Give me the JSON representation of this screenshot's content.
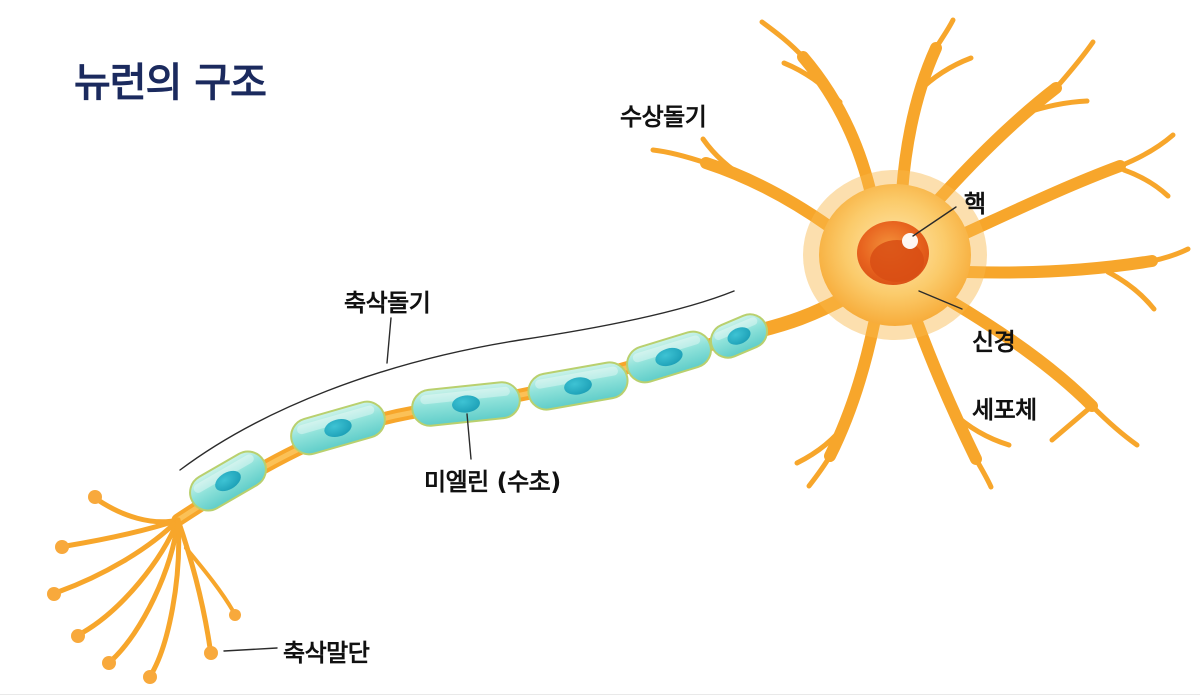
{
  "title": "뉴런의 구조",
  "labels": {
    "dendrite": "수상돌기",
    "nucleus": "핵",
    "soma_line1": "신경",
    "soma_line2": "세포체",
    "axon": "축삭돌기",
    "myelin": "미엘린 (수초)",
    "axon_terminal": "축삭말단"
  },
  "colors": {
    "title": "#1b2a5e",
    "label": "#111111",
    "background": "#ffffff",
    "neuron_orange": "#f7a62b",
    "neuron_highlight": "#fbc45c",
    "soma_light": "#fee7ae",
    "nucleus_orange": "#e8641f",
    "nucleus_dark": "#d84e14",
    "myelin_light": "#cdf3ea",
    "myelin_teal": "#8fe2da",
    "myelin_deep": "#5fcdc9",
    "myelin_core": "#1c9fb6",
    "connector_line": "#2b2b2b"
  }
}
